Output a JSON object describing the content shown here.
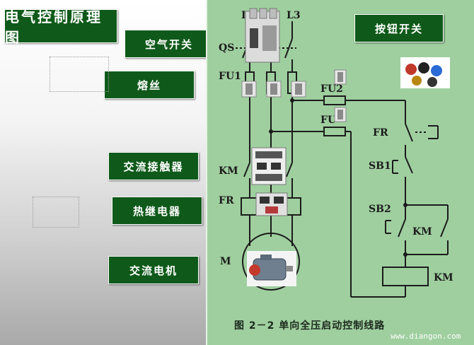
{
  "title": "电气控制原理图",
  "labels": {
    "air_switch": "空气开关",
    "fuse": "熔丝",
    "contactor": "交流接触器",
    "thermal_relay": "热继电器",
    "motor": "交流电机",
    "button_switch": "按钮开关"
  },
  "diagram": {
    "L1": "L1",
    "L3": "L3",
    "QS": "QS",
    "FU1": "FU1",
    "FU2": "FU2",
    "FU2b": "FU",
    "KM": "KM",
    "FR": "FR",
    "M": "M",
    "FR_right": "FR",
    "SB1": "SB1",
    "SB2": "SB2",
    "KM_contact": "KM",
    "KM_coil": "KM"
  },
  "caption": "图 2－2   单向全压启动控制线路",
  "watermark": "www.diangon.com",
  "colors": {
    "label_bg": "#0f5a1a",
    "panel_bg": "#9fcf9f",
    "line": "#1b1b1b"
  }
}
